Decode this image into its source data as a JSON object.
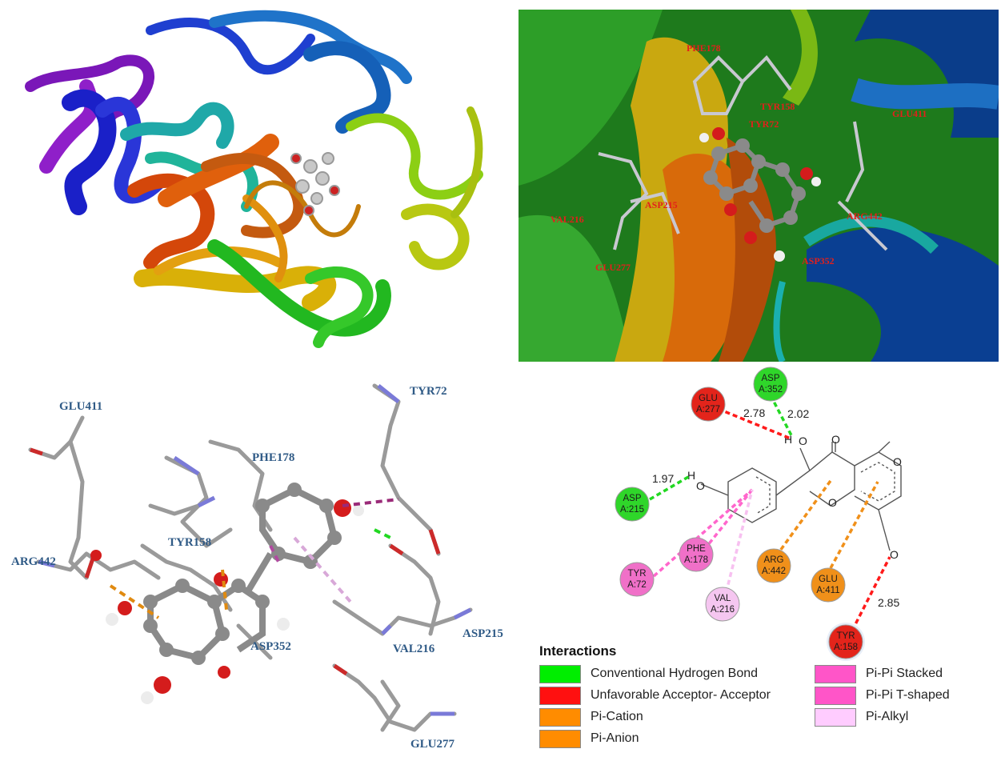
{
  "panels": {
    "active_site_labels": [
      "PHE178",
      "TYR158",
      "TYR72",
      "GLU411",
      "VAL216",
      "ASP215",
      "ARG442",
      "ASP352",
      "GLU277"
    ],
    "stick_labels": [
      "GLU411",
      "TYR72",
      "PHE178",
      "TYR158",
      "ARG442",
      "ASP352",
      "VAL216",
      "ASP215",
      "GLU277"
    ]
  },
  "diagram_2d": {
    "residues": [
      {
        "id": "asp352",
        "line1": "ASP",
        "line2": "A:352",
        "color": "#2fd62a"
      },
      {
        "id": "glu277",
        "line1": "GLU",
        "line2": "A:277",
        "color": "#e3241b"
      },
      {
        "id": "asp215",
        "line1": "ASP",
        "line2": "A:215",
        "color": "#2fd62a"
      },
      {
        "id": "phe178",
        "line1": "PHE",
        "line2": "A:178",
        "color": "#f070c8"
      },
      {
        "id": "tyr72",
        "line1": "TYR",
        "line2": "A:72",
        "color": "#f070c8"
      },
      {
        "id": "val216",
        "line1": "VAL",
        "line2": "A:216",
        "color": "#f5c6f0"
      },
      {
        "id": "arg442",
        "line1": "ARG",
        "line2": "A:442",
        "color": "#f0901a"
      },
      {
        "id": "glu411",
        "line1": "GLU",
        "line2": "A:411",
        "color": "#f0901a"
      },
      {
        "id": "tyr158",
        "line1": "TYR",
        "line2": "A:158",
        "color": "#e3241b"
      }
    ],
    "distances": {
      "glu277": "2.78",
      "asp352": "2.02",
      "asp215": "1.97",
      "tyr158": "2.85"
    },
    "atoms": {
      "h": "H",
      "o": "O"
    }
  },
  "legend": {
    "title": "Interactions",
    "items": [
      {
        "label": "Conventional Hydrogen Bond",
        "color": "#00ee00"
      },
      {
        "label": "Unfavorable Acceptor- Acceptor",
        "color": "#ff1010"
      },
      {
        "label": "Pi-Cation",
        "color": "#ff8c00"
      },
      {
        "label": "Pi-Anion",
        "color": "#ff8c00"
      },
      {
        "label": "Pi-Pi Stacked",
        "color": "#ff55c8"
      },
      {
        "label": "Pi-Pi T-shaped",
        "color": "#ff55c8"
      },
      {
        "label": "Pi-Alkyl",
        "color": "#ffccff"
      }
    ]
  }
}
